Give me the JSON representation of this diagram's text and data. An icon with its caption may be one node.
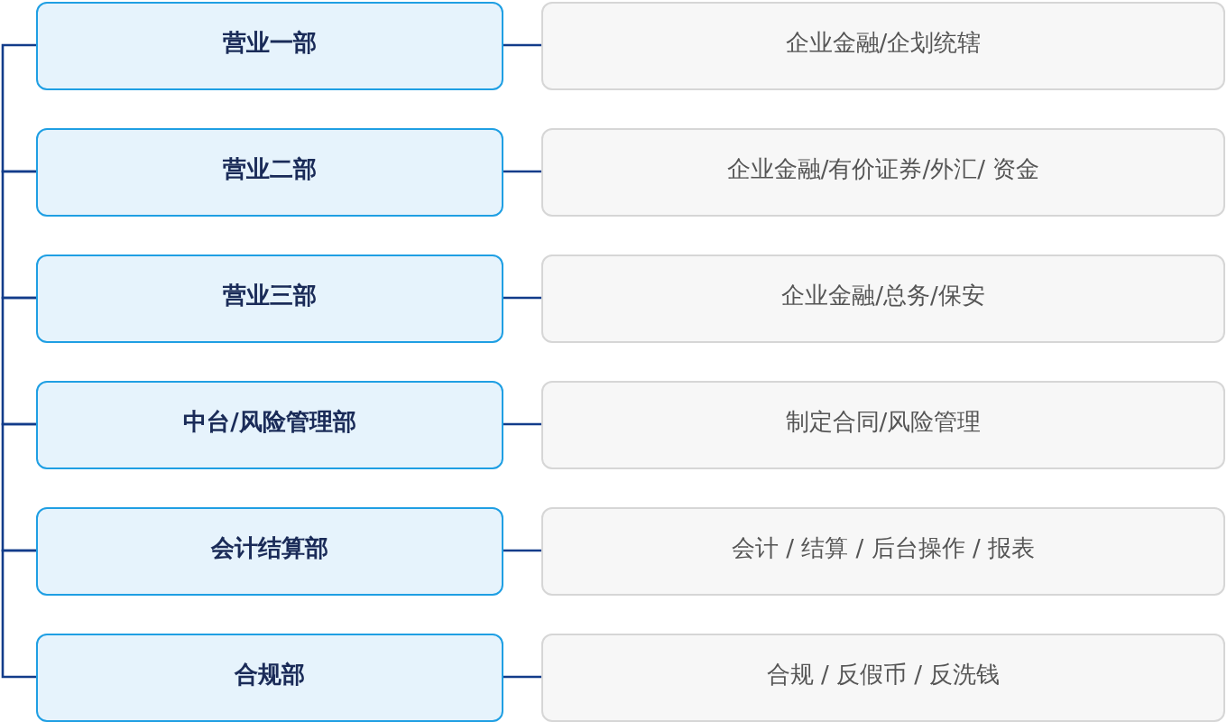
{
  "diagram": {
    "nodes": [
      {
        "text": [
          "营业一部"
        ]
      },
      {
        "text": [
          "企业金融/企划统辖"
        ]
      },
      {
        "text": [
          "营业二部"
        ]
      },
      {
        "text": [
          "企业金融/有价证券/外汇/ 资金"
        ]
      },
      {
        "text": [
          "营业三部"
        ]
      },
      {
        "text": [
          "企业金融/总务/保安"
        ]
      },
      {
        "text": [
          "中台/风险管理部"
        ]
      },
      {
        "text": [
          "制定合同/风险管理"
        ]
      },
      {
        "text": [
          "会计结算部"
        ]
      },
      {
        "text": [
          "会计 / 结算 / 后台操作 / 报表"
        ]
      },
      {
        "text": [
          "合规部"
        ]
      },
      {
        "text": [
          "合规 / 反假币 / 反洗钱"
        ]
      }
    ],
    "edges": [
      {
        "from": 0,
        "to": 2,
        "arrow": "none"
      },
      {
        "from": 2,
        "to": 4,
        "arrow": "none"
      },
      {
        "from": 4,
        "to": 6,
        "arrow": "none"
      },
      {
        "from": 6,
        "to": 8,
        "arrow": "none"
      },
      {
        "from": 8,
        "to": 10,
        "arrow": "none"
      },
      {
        "from": 0,
        "to": 1,
        "arrow": "none"
      },
      {
        "from": 2,
        "to": 3,
        "arrow": "none"
      },
      {
        "from": 4,
        "to": 5,
        "arrow": "none"
      },
      {
        "from": 6,
        "to": 7,
        "arrow": "none"
      },
      {
        "from": 8,
        "to": 9,
        "arrow": "none"
      },
      {
        "from": 10,
        "to": 11,
        "arrow": "none"
      }
    ]
  }
}
